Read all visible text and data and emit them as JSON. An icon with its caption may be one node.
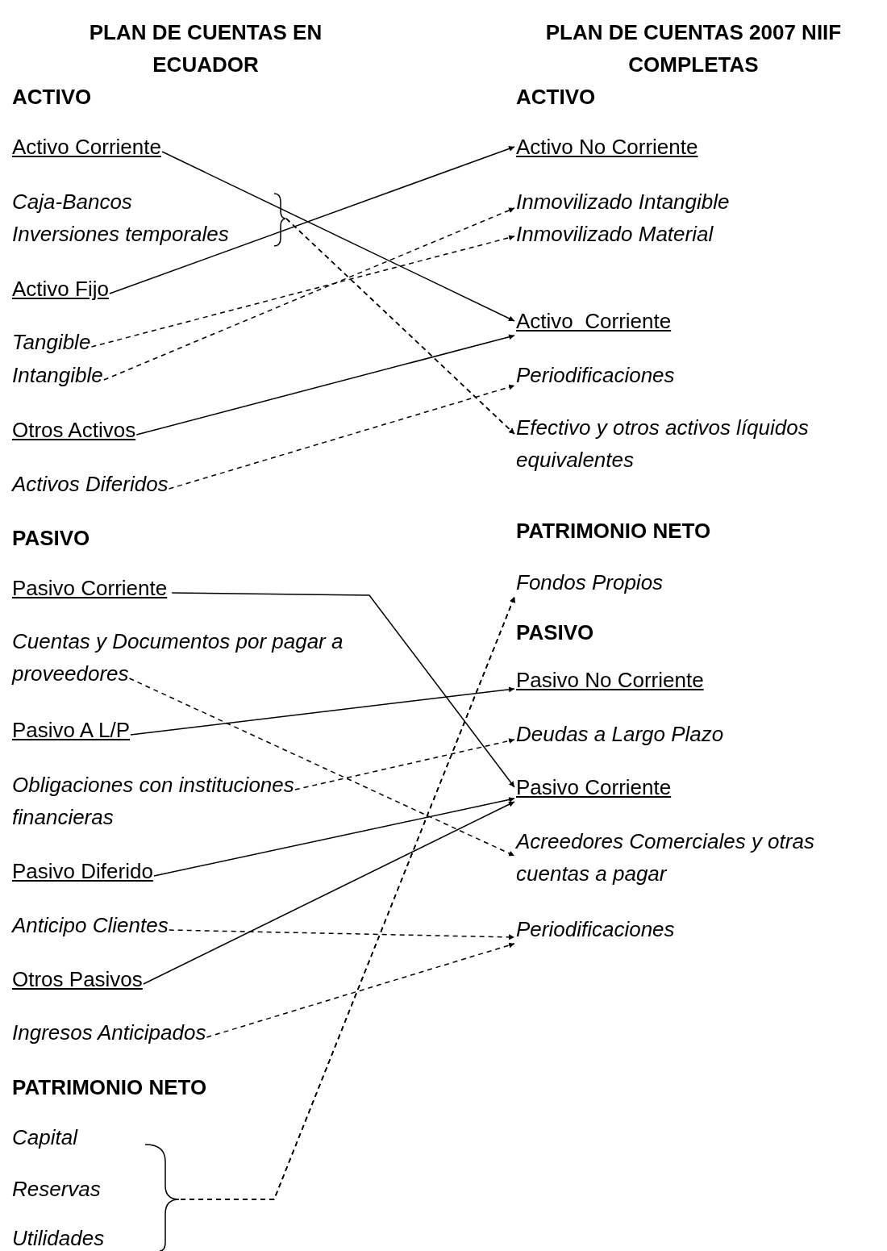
{
  "diagram": {
    "nodes": [
      {
        "text": [
          "Activo Corriente"
        ]
      },
      {
        "text": [
          "Caja-Bancos"
        ]
      },
      {
        "text": [
          "Inversiones temporales"
        ]
      },
      {
        "text": [
          "Activo Fijo"
        ]
      },
      {
        "text": [
          "Tangible"
        ]
      },
      {
        "text": [
          "Intangible"
        ]
      },
      {
        "text": [
          "Otros Activos"
        ]
      },
      {
        "text": [
          "Activos Diferidos"
        ]
      },
      {
        "text": [
          "Pasivo Corriente"
        ]
      },
      {
        "text": [
          "Cuentas y Documentos por pagar a proveedores"
        ]
      },
      {
        "text": [
          "Pasivo A L/P"
        ]
      },
      {
        "text": [
          "Obligaciones con instituciones financieras"
        ]
      },
      {
        "text": [
          "Pasivo Diferido"
        ]
      },
      {
        "text": [
          "Anticipo Clientes"
        ]
      },
      {
        "text": [
          "Otros Pasivos"
        ]
      },
      {
        "text": [
          "Ingresos Anticipados"
        ]
      },
      {
        "text": [
          "Capital"
        ]
      },
      {
        "text": [
          "Reservas"
        ]
      },
      {
        "text": [
          "Utilidades"
        ]
      },
      {
        "text": [
          "Activo No Corriente"
        ]
      },
      {
        "text": [
          "Inmovilizado Intangible"
        ]
      },
      {
        "text": [
          "Inmovilizado Material"
        ]
      },
      {
        "text": [
          "Activo  Corriente"
        ]
      },
      {
        "text": [
          "Periodificaciones"
        ]
      },
      {
        "text": [
          "Efectivo y otros activos líquidos equivalentes"
        ]
      },
      {
        "text": [
          "Fondos Propios"
        ]
      },
      {
        "text": [
          "Pasivo No Corriente"
        ]
      },
      {
        "text": [
          "Deudas a Largo Plazo"
        ]
      },
      {
        "text": [
          "Pasivo Corriente"
        ]
      },
      {
        "text": [
          "Acreedores Comerciales y otras cuentas a pagar"
        ]
      },
      {
        "text": [
          "Periodificaciones"
        ]
      }
    ],
    "edges": [
      {
        "from": 0,
        "to": 22,
        "arrow": "to"
      },
      {
        "from": 1,
        "to": 24,
        "arrow": "to",
        "style": "dashed"
      },
      {
        "from": 2,
        "to": 24,
        "arrow": "to",
        "style": "dashed"
      },
      {
        "from": 3,
        "to": 19,
        "arrow": "to"
      },
      {
        "from": 4,
        "to": 21,
        "arrow": "to",
        "style": "dashed"
      },
      {
        "from": 5,
        "to": 20,
        "arrow": "to",
        "style": "dashed"
      },
      {
        "from": 6,
        "to": 22,
        "arrow": "to"
      },
      {
        "from": 7,
        "to": 23,
        "arrow": "to",
        "style": "dashed"
      },
      {
        "from": 8,
        "to": 28,
        "arrow": "to"
      },
      {
        "from": 9,
        "to": 29,
        "arrow": "to",
        "style": "dashed"
      },
      {
        "from": 10,
        "to": 26,
        "arrow": "to"
      },
      {
        "from": 11,
        "to": 27,
        "arrow": "to",
        "style": "dashed"
      },
      {
        "from": 12,
        "to": 28,
        "arrow": "to"
      },
      {
        "from": 13,
        "to": 30,
        "arrow": "to",
        "style": "dashed"
      },
      {
        "from": 14,
        "to": 28,
        "arrow": "to"
      },
      {
        "from": 15,
        "to": 30,
        "arrow": "to",
        "style": "dashed"
      },
      {
        "from": 16,
        "to": 25,
        "arrow": "to",
        "style": "dashed"
      },
      {
        "from": 17,
        "to": 25,
        "arrow": "to",
        "style": "dashed"
      },
      {
        "from": 18,
        "to": 25,
        "arrow": "to",
        "style": "dashed"
      }
    ],
    "labels": [
      "PLAN DE CUENTAS EN ECUADOR",
      "PLAN DE CUENTAS 2007 NIIF COMPLETAS",
      "ACTIVO",
      "ACTIVO",
      "PASIVO",
      "PATRIMONIO NETO",
      "PASIVO",
      "PATRIMONIO NETO"
    ]
  }
}
